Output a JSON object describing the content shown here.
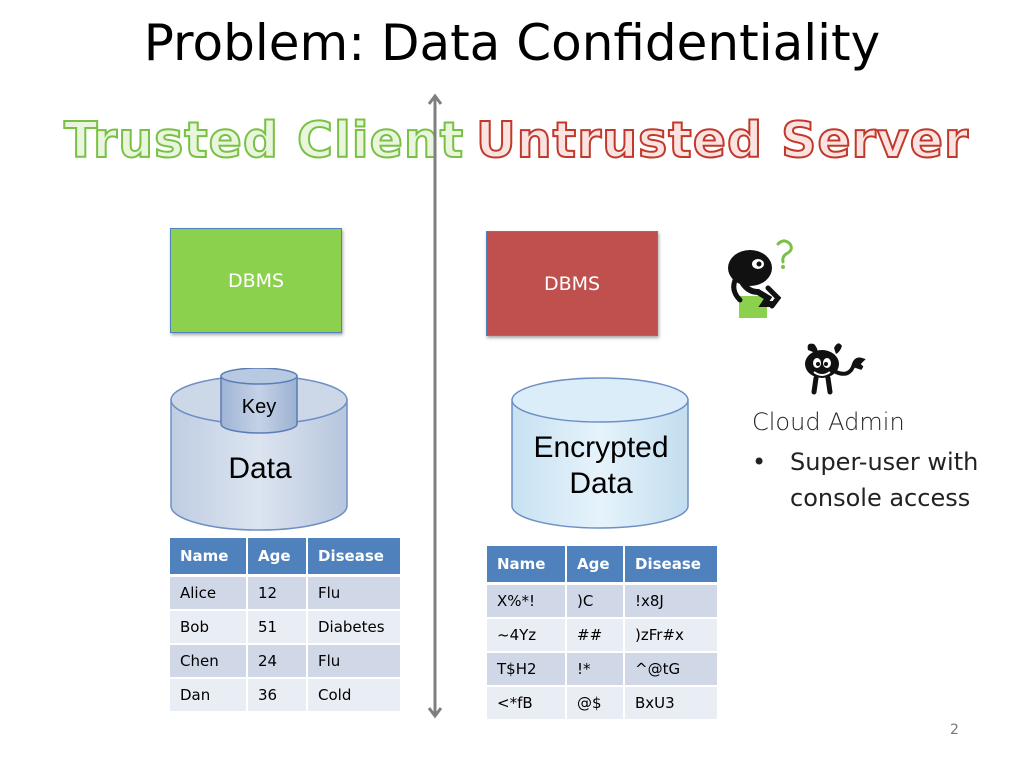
{
  "slide": {
    "title": "Problem: Data Confidentiality",
    "page_number": "2"
  },
  "client": {
    "heading": "Trusted Client",
    "dbms_label": "DBMS",
    "key_label": "Key",
    "data_label": "Data",
    "table": {
      "headers": [
        "Name",
        "Age",
        "Disease"
      ],
      "rows": [
        [
          "Alice",
          "12",
          "Flu"
        ],
        [
          "Bob",
          "51",
          "Diabetes"
        ],
        [
          "Chen",
          "24",
          "Flu"
        ],
        [
          "Dan",
          "36",
          "Cold"
        ]
      ]
    }
  },
  "server": {
    "heading": "Untrusted Server",
    "dbms_label": "DBMS",
    "data_label_line1": "Encrypted",
    "data_label_line2": "Data",
    "table": {
      "headers": [
        "Name",
        "Age",
        "Disease"
      ],
      "rows": [
        [
          "X%*!",
          ")C",
          "!x8J"
        ],
        [
          "~4Yz",
          "##",
          ")zFr#x"
        ],
        [
          "T$H2",
          "!*",
          "^@tG"
        ],
        [
          "<*fB",
          "@$",
          "BxU3"
        ]
      ]
    }
  },
  "admin": {
    "title": "Cloud Admin",
    "bullet_symbol": "•",
    "bullet_text": "Super-user with console access",
    "thinker_icon": "thinking-figure-icon",
    "devil_icon": "devil-icon"
  },
  "colors": {
    "trusted_green": "#79c146",
    "untrusted_red": "#c0392b",
    "dbms_green": "#8cd14e",
    "dbms_red": "#c0504d",
    "table_header": "#4f81bd"
  }
}
